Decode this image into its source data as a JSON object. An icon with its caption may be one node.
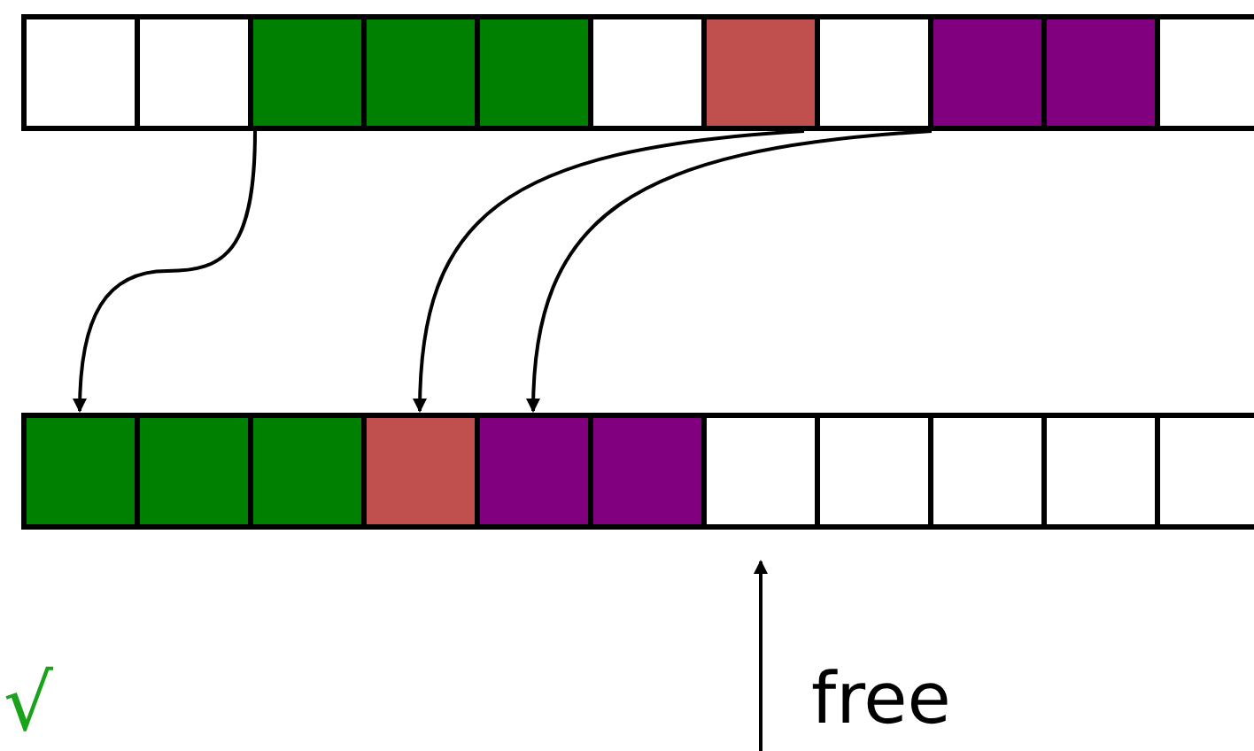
{
  "diagram": {
    "nodes": [
      {
        "text": [],
        "shape": "box"
      },
      {
        "text": [],
        "shape": "box"
      },
      {
        "text": [],
        "shape": "box"
      },
      {
        "text": [],
        "shape": "box"
      },
      {
        "text": [],
        "shape": "box"
      },
      {
        "text": [],
        "shape": "box"
      },
      {
        "text": [],
        "shape": "box"
      },
      {
        "text": [],
        "shape": "box"
      },
      {
        "text": [],
        "shape": "box"
      },
      {
        "text": [],
        "shape": "box"
      },
      {
        "text": [],
        "shape": "box"
      },
      {
        "text": [],
        "shape": "box"
      },
      {
        "text": [],
        "shape": "box"
      },
      {
        "text": [],
        "shape": "box"
      },
      {
        "text": [],
        "shape": "box"
      },
      {
        "text": [],
        "shape": "box"
      },
      {
        "text": [],
        "shape": "box"
      },
      {
        "text": [],
        "shape": "box"
      },
      {
        "text": [],
        "shape": "box"
      },
      {
        "text": [],
        "shape": "box"
      },
      {
        "text": [],
        "shape": "box"
      },
      {
        "text": [],
        "shape": "box"
      },
      {
        "text": [
          "free"
        ]
      }
    ],
    "edges": [
      {
        "from": 2,
        "to": 11,
        "arrow": "to"
      },
      {
        "from": 6,
        "to": 14,
        "arrow": "to"
      },
      {
        "from": 8,
        "to": 15,
        "arrow": "to"
      },
      {
        "from": 22,
        "to": 17,
        "arrow": "to"
      }
    ],
    "labels": [
      "√"
    ]
  }
}
